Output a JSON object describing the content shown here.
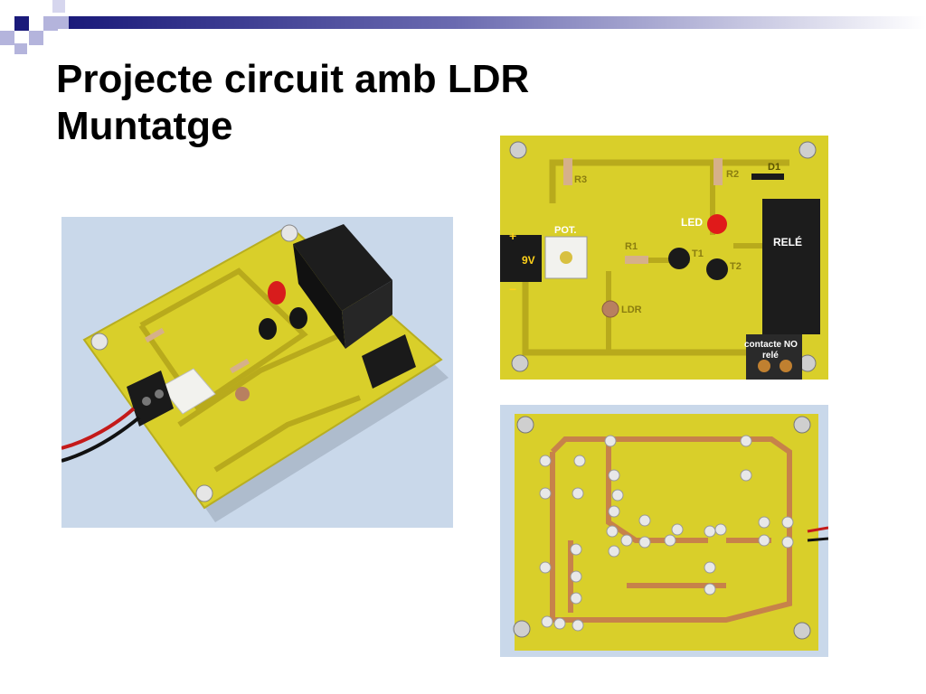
{
  "slide": {
    "title_line1": "Projecte circuit amb LDR",
    "title_line2": "Muntatge"
  },
  "photos": {
    "perspective": {
      "description_alt": ""
    },
    "component_side": {
      "labels": {
        "r3": "R3",
        "r2": "R2",
        "d1": "D1",
        "led": "LED",
        "pot": "POT.",
        "r1": "R1",
        "t1": "T1",
        "t2": "T2",
        "ldr": "LDR",
        "rele": "RELÉ",
        "plus": "+",
        "minus": "−",
        "volt": "9V",
        "contact_line1": "contacte NO",
        "contact_line2": "relé"
      }
    }
  },
  "colors": {
    "board_yellow": "#d9cf2a",
    "trace": "#b8aa1c",
    "bg_blue": "#c9d8ea",
    "copper": "#c7824a",
    "deco_navy": "#1a1a7a"
  }
}
